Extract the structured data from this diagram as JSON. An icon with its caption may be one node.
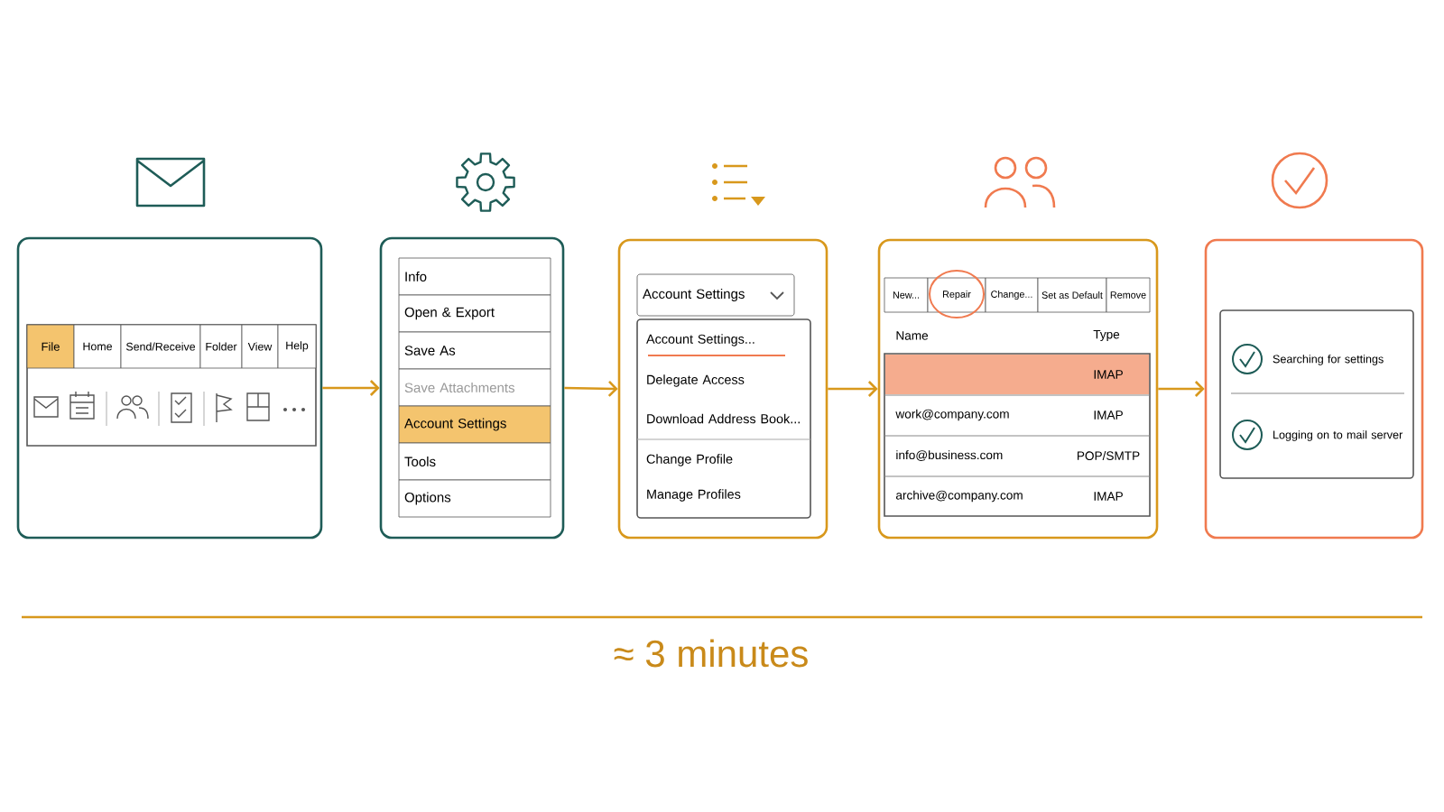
{
  "diagram": {
    "nodes": [
      {
        "text": [],
        "shape": "box"
      },
      {
        "text": [
          "File"
        ],
        "in": 0
      },
      {
        "text": [
          "Home"
        ],
        "in": 0
      },
      {
        "text": [
          "Send/Receive"
        ],
        "in": 0
      },
      {
        "text": [
          "Folder"
        ],
        "in": 0
      },
      {
        "text": [
          "View"
        ],
        "in": 0
      },
      {
        "text": [
          "Help"
        ],
        "in": 0
      },
      {
        "text": [],
        "shape": "box"
      },
      {
        "text": [
          "Info"
        ],
        "in": 7
      },
      {
        "text": [
          "Open & Export"
        ],
        "in": 7
      },
      {
        "text": [
          "Save As"
        ],
        "in": 7
      },
      {
        "text": [
          "Save Attachments"
        ],
        "in": 7
      },
      {
        "text": [
          "Account Settings"
        ],
        "in": 7
      },
      {
        "text": [
          "Tools"
        ],
        "in": 7
      },
      {
        "text": [
          "Options"
        ],
        "in": 7
      },
      {
        "text": [],
        "shape": "box"
      },
      {
        "text": [
          "Account Settings"
        ],
        "in": 15
      },
      {
        "text": [],
        "shape": "box",
        "in": 15
      },
      {
        "text": [
          "Account Settings..."
        ],
        "in": 17
      },
      {
        "text": [
          "Delegate Access"
        ],
        "in": 17
      },
      {
        "text": [
          "Download Address Book..."
        ],
        "in": 17
      },
      {
        "text": [
          "Change Profile"
        ],
        "in": 17
      },
      {
        "text": [
          "Manage Profiles"
        ],
        "in": 17
      },
      {
        "text": [],
        "shape": "box"
      },
      {
        "text": [
          "New..."
        ],
        "in": 23
      },
      {
        "text": [
          "Repair"
        ],
        "in": 23
      },
      {
        "text": [
          "Change..."
        ],
        "in": 23
      },
      {
        "text": [
          "Set as Default"
        ],
        "in": 23
      },
      {
        "text": [
          "Remove"
        ],
        "in": 23
      },
      {
        "text": [],
        "shape": "box"
      },
      {
        "text": [],
        "shape": "box",
        "in": 29
      },
      {
        "text": [
          "Searching for settings"
        ],
        "in": 30
      },
      {
        "text": [
          "Logging on to mail server"
        ],
        "in": 30
      }
    ],
    "edges": [
      {
        "from": 0,
        "to": 7,
        "arrow": "to"
      },
      {
        "from": 7,
        "to": 15,
        "arrow": "to"
      },
      {
        "from": 15,
        "to": 23,
        "arrow": "to"
      },
      {
        "from": 23,
        "to": 29,
        "arrow": "to"
      }
    ],
    "labels": [
      "Name",
      "Type",
      "IMAP",
      "work@company.com",
      "IMAP",
      "info@business.com",
      "POP/SMTP",
      "archive@company.com",
      "IMAP",
      "≈ 3 minutes"
    ]
  }
}
